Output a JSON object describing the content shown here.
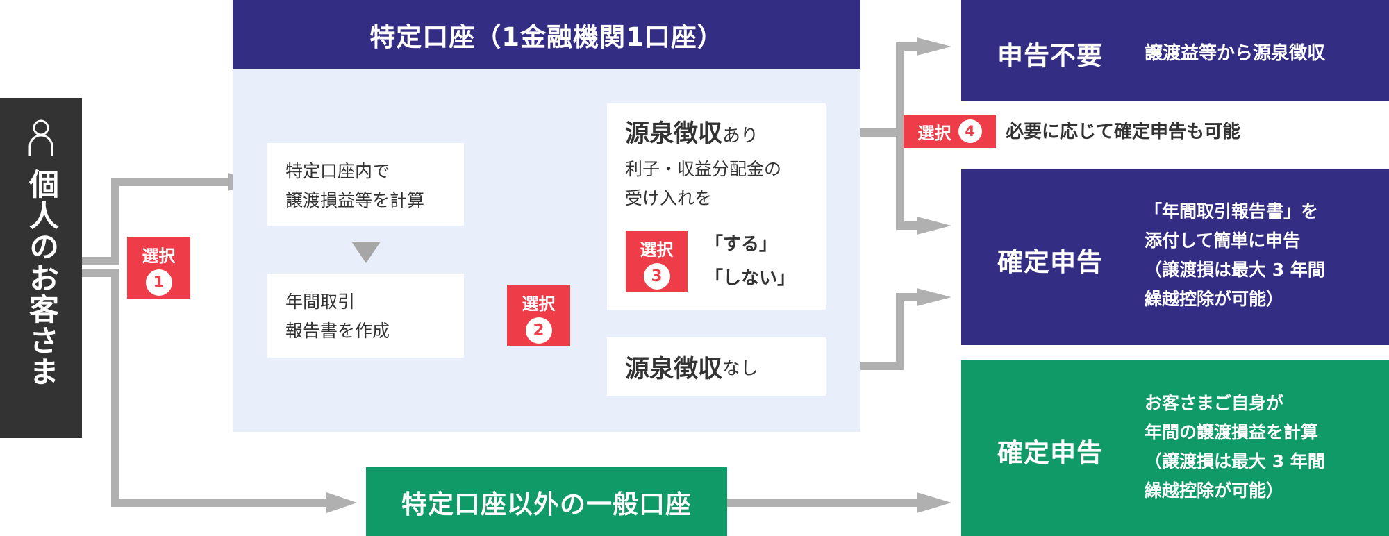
{
  "person": {
    "label": "個人のお客さま",
    "icon": "person-icon"
  },
  "tokutei": {
    "header": "特定口座（1金融機関1口座）",
    "calc_box": [
      "特定口座内で",
      "譲渡損益等を計算"
    ],
    "report_box": [
      "年間取引",
      "報告書を作成"
    ],
    "withholding_yes": {
      "title_big": "源泉徴収",
      "title_small": "あり",
      "desc": [
        "利子・収益分配金の",
        "受け入れを"
      ],
      "options": [
        "「する」",
        "「しない」"
      ]
    },
    "withholding_no": {
      "title_big": "源泉徴収",
      "title_small": "なし"
    }
  },
  "selections": {
    "label": "選択",
    "s1": "1",
    "s2": "2",
    "s3": "3",
    "s4": "4"
  },
  "note4": "必要に応じて確定申告も可能",
  "results": {
    "no_filing": {
      "title": "申告不要",
      "note": "譲渡益等から源泉徴収"
    },
    "filing_1": {
      "title": "確定申告",
      "lines": [
        "「年間取引報告書」を",
        "添付して簡単に申告",
        "（譲渡損は最大 3 年間",
        "繰越控除が可能）"
      ]
    },
    "filing_2": {
      "title": "確定申告",
      "lines": [
        "お客さまご自身が",
        "年間の譲渡損益を計算",
        "（譲渡損は最大 3 年間",
        "繰越控除が可能）"
      ]
    }
  },
  "general_account": "特定口座以外の一般口座",
  "colors": {
    "navy": "#332e84",
    "green": "#0f9a67",
    "red": "#ee3d48",
    "panel": "#e8effb",
    "connector": "#b0b0b0",
    "dark": "#333333"
  }
}
